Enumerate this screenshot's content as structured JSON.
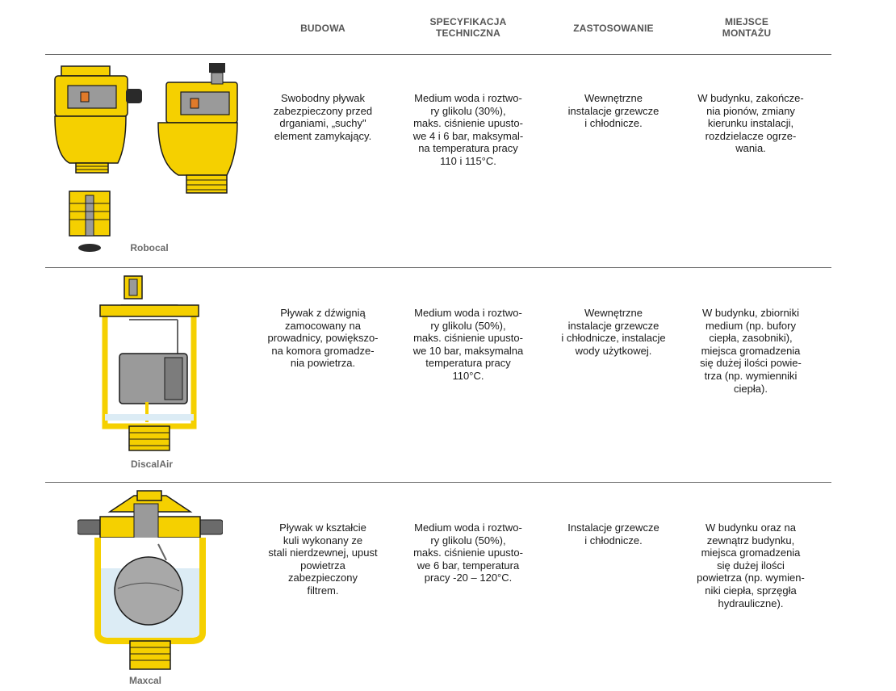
{
  "headers": {
    "budowa": "BUDOWA",
    "specyfikacja": "SPECYFIKACJA\nTECHNICZNA",
    "zastosowanie": "ZASTOSOWANIE",
    "miejsce": "MIEJSCE\nMONTAŻU"
  },
  "colors": {
    "brass": "#f5d000",
    "brass_dark": "#c9a800",
    "steel": "#9a9a9a",
    "outline": "#1a1a1a",
    "water": "#dcecf5"
  },
  "products": [
    {
      "name": "Robocal",
      "budowa": "Swobodny pływak\nzabezpieczony przed\ndrganiami, „suchy\"\nelement zamykający.",
      "specyfikacja": "Medium woda i roztwo-\nry glikolu (30%),\nmaks. ciśnienie upusto-\nwe 4 i 6 bar, maksymal-\nna temperatura pracy\n110 i 115°C.",
      "zastosowanie": "Wewnętrzne\ninstalacje grzewcze\ni chłodnicze.",
      "miejsce": "W budynku, zakończe-\nnia pionów, zmiany\nkierunku instalacji,\nrozdzielacze ogrze-\nwania."
    },
    {
      "name": "DiscalAir",
      "budowa": "Pływak z dźwignią\nzamocowany na\nprowadnicy, powiększo-\nna komora gromadze-\nnia powietrza.",
      "specyfikacja": "Medium woda i roztwo-\nry glikolu (50%),\nmaks. ciśnienie upusto-\nwe 10 bar, maksymalna\ntemperatura pracy\n110°C.",
      "zastosowanie": "Wewnętrzne\ninstalacje grzewcze\ni chłodnicze, instalacje\nwody użytkowej.",
      "miejsce": "W budynku, zbiorniki\nmedium (np. bufory\nciepła, zasobniki),\nmiejsca gromadzenia\nsię dużej ilości powie-\ntrza (np. wymienniki\nciepła)."
    },
    {
      "name": "Maxcal",
      "budowa": "Pływak w kształcie\nkuli wykonany ze\nstali nierdzewnej, upust\npowietrza\nzabezpieczony\nfiltrem.",
      "specyfikacja": "Medium woda i roztwo-\nry glikolu (50%),\nmaks. ciśnienie upusto-\nwe 6 bar, temperatura\npracy -20 – 120°C.",
      "zastosowanie": "Instalacje grzewcze\ni chłodnicze.",
      "miejsce": "W budynku oraz na\nzewnątrz budynku,\nmiejsca gromadzenia\nsię dużej ilości\npowietrza (np. wymien-\nniki ciepła, sprzęgła\nhydrauliczne)."
    }
  ]
}
